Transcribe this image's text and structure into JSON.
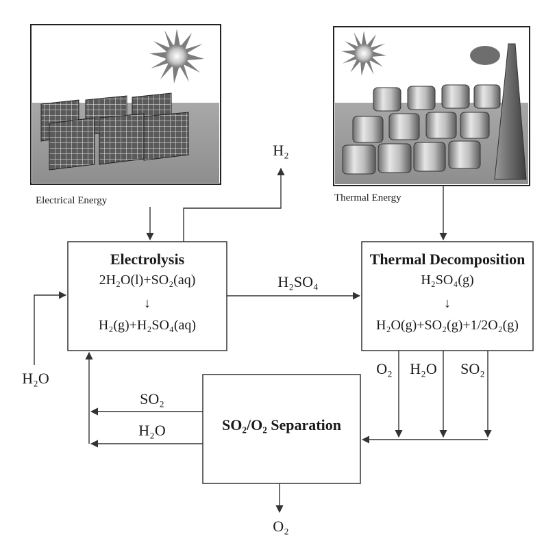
{
  "energy": {
    "electrical_label": "Electrical Energy",
    "thermal_label": "Thermal Energy"
  },
  "electrolysis": {
    "title": "Electrolysis",
    "reactant": "2H₂O(l)+SO₂(aq)",
    "arrow": "↓",
    "product": "H₂(g)+H₂SO₄(aq)"
  },
  "thermal_decomposition": {
    "title": "Thermal Decomposition",
    "reactant": "H₂SO₄(g)",
    "arrow": "↓",
    "product": "H₂O(g)+SO₂(g)+1/2O₂(g)"
  },
  "separation": {
    "title": "SO₂/O₂ Separation"
  },
  "flows": {
    "h2_out": "H₂",
    "h2so4": "H₂SO₄",
    "h2o_in": "H₂O",
    "o2_down": "O₂",
    "h2o_down": "H₂O",
    "so2_down": "SO₂",
    "so2_return": "SO₂",
    "h2o_return": "H₂O",
    "o2_out": "O₂"
  }
}
